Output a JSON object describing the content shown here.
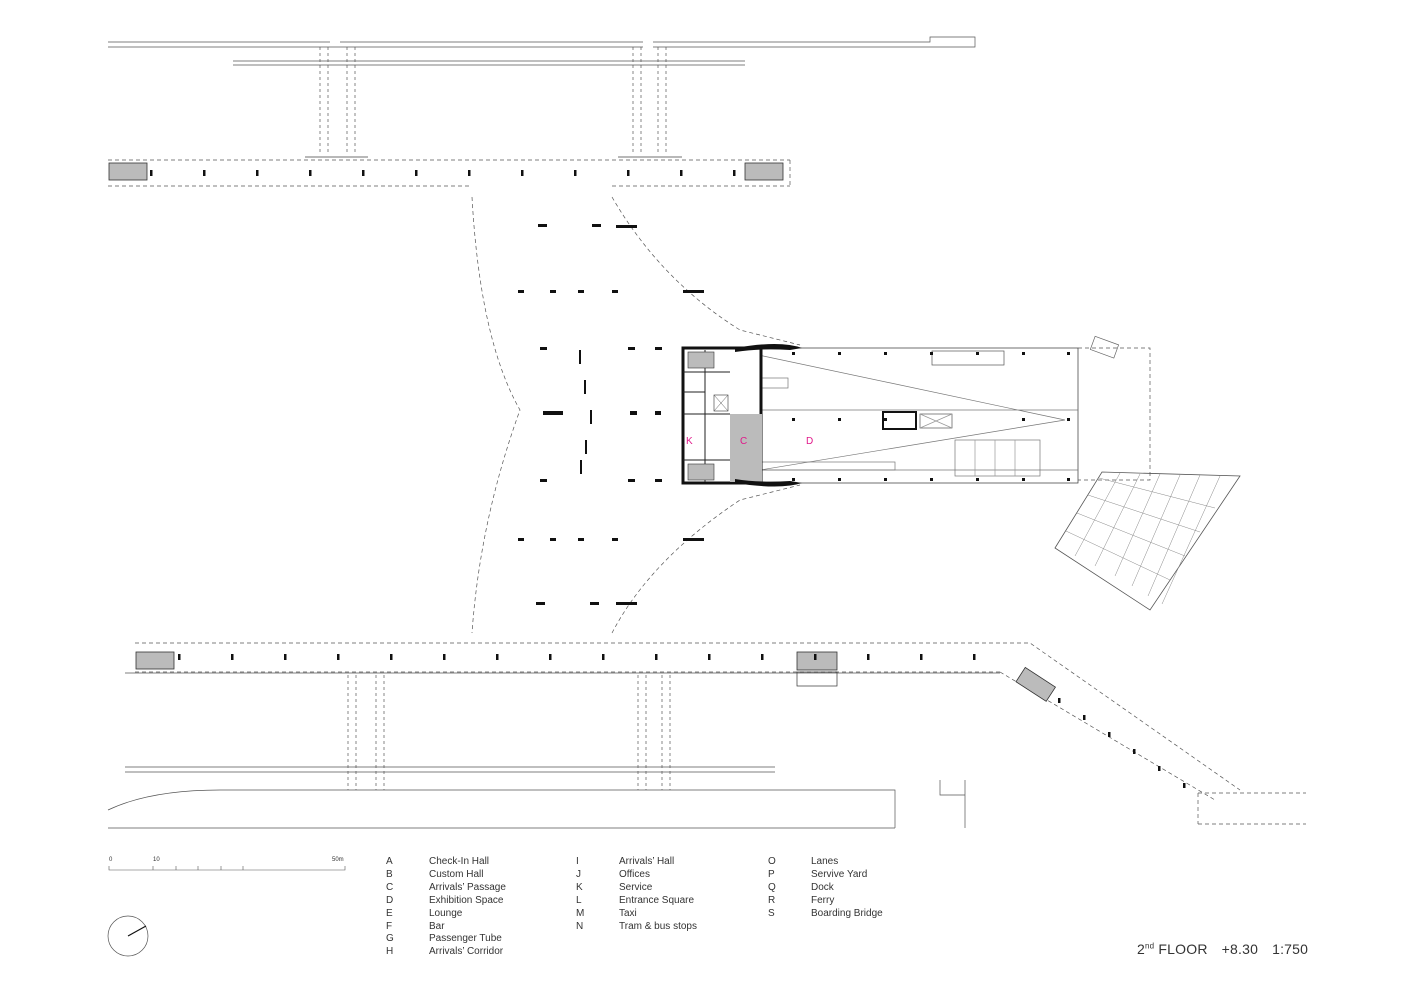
{
  "room_labels": [
    "K",
    "C",
    "D"
  ],
  "legend_columns": [
    [
      {
        "key": "A",
        "label": "Check-In Hall"
      },
      {
        "key": "B",
        "label": "Custom Hall"
      },
      {
        "key": "C",
        "label": "Arrivals’ Passage"
      },
      {
        "key": "D",
        "label": "Exhibition Space"
      },
      {
        "key": "E",
        "label": "Lounge"
      },
      {
        "key": "F",
        "label": "Bar"
      },
      {
        "key": "G",
        "label": "Passenger Tube"
      },
      {
        "key": "H",
        "label": "Arrivals’ Corridor"
      }
    ],
    [
      {
        "key": "I",
        "label": "Arrivals’ Hall"
      },
      {
        "key": "J",
        "label": "Offices"
      },
      {
        "key": "K",
        "label": "Service"
      },
      {
        "key": "L",
        "label": "Entrance Square"
      },
      {
        "key": "M",
        "label": "Taxi"
      },
      {
        "key": "N",
        "label": "Tram & bus stops"
      }
    ],
    [
      {
        "key": "O",
        "label": "Lanes"
      },
      {
        "key": "P",
        "label": "Servive Yard"
      },
      {
        "key": "Q",
        "label": "Dock"
      },
      {
        "key": "R",
        "label": "Ferry"
      },
      {
        "key": "",
        "label": ""
      },
      {
        "key": "S",
        "label": "Boarding Bridge"
      }
    ]
  ],
  "scale_bar": {
    "labels": [
      "0",
      "10",
      "50m"
    ]
  },
  "title": {
    "floor_num": "2",
    "floor_suffix": "nd",
    "floor_word": "FLOOR",
    "level": "+8.30",
    "scale": "1:750"
  }
}
